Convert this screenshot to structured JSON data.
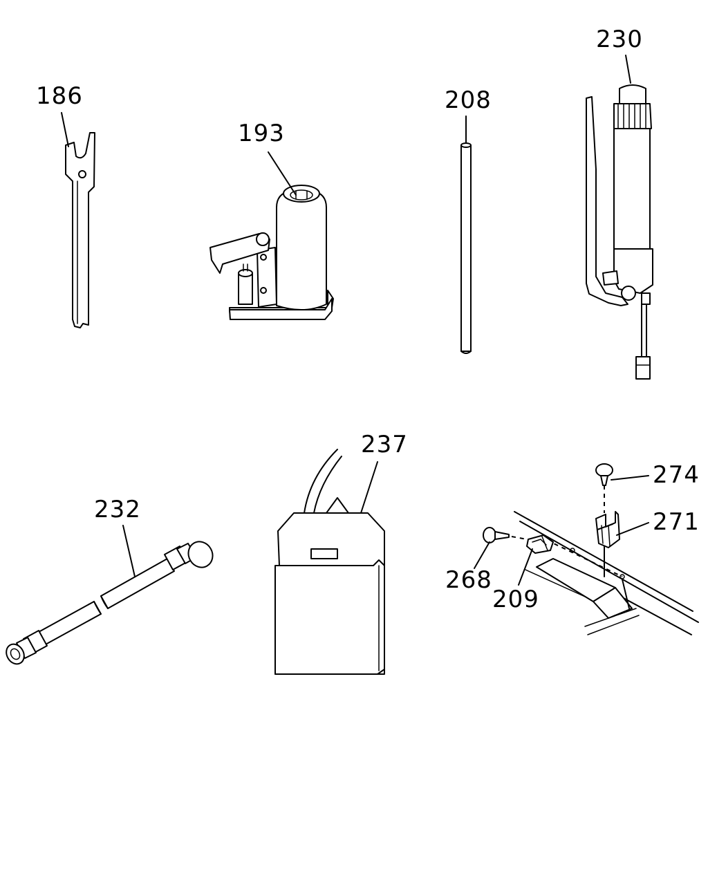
{
  "diagram": {
    "parts": [
      {
        "label": "186"
      },
      {
        "label": "193"
      },
      {
        "label": "208"
      },
      {
        "label": "230"
      },
      {
        "label": "232"
      },
      {
        "label": "237"
      },
      {
        "label": "274"
      },
      {
        "label": "271"
      },
      {
        "label": "268"
      },
      {
        "label": "209"
      }
    ]
  }
}
